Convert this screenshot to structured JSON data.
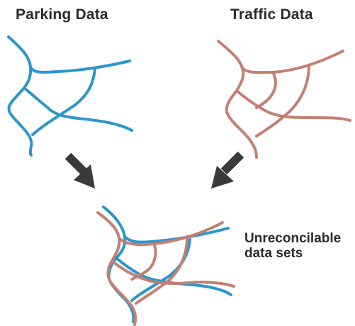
{
  "titles": {
    "parking": "Parking Data",
    "traffic": "Traffic Data"
  },
  "result": {
    "line1": "Unreconcilable",
    "line2": "data sets"
  },
  "colors": {
    "parking_roads": "#2a97cb",
    "traffic_roads": "#c47f72",
    "arrows": "#3a3a3a",
    "text": "#2b2b2b"
  },
  "icons": [
    "down-right-arrow-icon",
    "down-left-arrow-icon"
  ]
}
